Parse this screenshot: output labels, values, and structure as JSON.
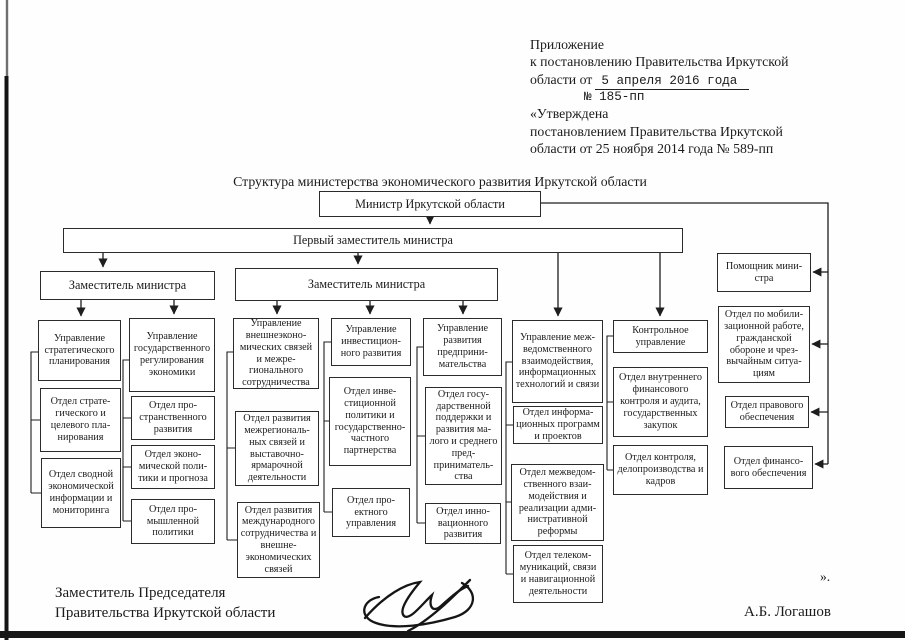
{
  "colors": {
    "paper": "#ffffff",
    "ink": "#1b1b1b",
    "line": "#2b2b2b"
  },
  "header": {
    "line1": "Приложение",
    "line2": "к постановлению Правительства Иркутской",
    "line3_prefix": "области от",
    "line3_value": "5 апреля 2016 года",
    "line4": "№ 185-пп",
    "line5": "«Утверждена",
    "line6": "постановлением Правительства Иркутской",
    "line7": "области от 25 ноября 2014 года № 589-пп"
  },
  "title": "Структура министерства экономического развития Иркутской области",
  "org": {
    "minister": "Министр Иркутской области",
    "first_deputy": "Первый заместитель министра",
    "deputy_left": "Заместитель министра",
    "deputy_mid": "Заместитель министра",
    "units": {
      "u_strategic": "Управление стратегиче­ского плани­рования",
      "o_strategic_target": "Отдел страте­гического и целевого пла­нирования",
      "o_summary_info": "Отдел сводной экономиче­ской инфор­мации и мони­торинга",
      "u_state_reg": "Управление государствен­ного регулиро­вания экономи­ки",
      "o_spatial": "Отдел про­странственного развития",
      "o_econ_policy": "Отдел эконо­мической поли­тики и прогноза",
      "o_industrial": "Отдел про­мышленной политики",
      "u_foreign": "Управление внешнеэконо­мических свя­зей и межре­гионального сотрудничества",
      "o_interregional": "Отдел развития межрегиональ­ных связей и выставочно-ярмарочной деятельности",
      "o_international": "Отдел развития международно­го сотрудниче­ства и внешне­экономических связей",
      "u_invest": "Управление инвестицион­ного развития",
      "o_invest_ppp": "Отдел инве­стиционной политики и государст­венно-част­ного партнер­ства",
      "o_project": "Отдел про­ектного управления",
      "u_entrepreneur": "Управление развития предприни­мательства",
      "o_sme_support": "Отдел госу­дарственной поддержки и развития ма­лого и сред­него пред­приниматель­ства",
      "o_innovation": "Отдел инно­вационного развития",
      "u_interagency": "Управление меж­ведомственного взаимодействия, информационных технологий и связи",
      "o_info_programs": "Отдел информа­ционных про­грамм и проектов",
      "o_admin_reform": "Отдел межведом­ственного взаи­модействия и реализации адми­нистративной реформы",
      "o_telecom": "Отдел телеком­муникаций, связи и навигационной деятельности",
      "u_control": "Контрольное управление",
      "o_fin_control": "Отдел внутренне­го финансового контроля и ауди­та, государст­венных закупок",
      "o_records": "Отдел контроля, делопроизводства и кадров",
      "r_assistant": "Помощник мини­стра",
      "r_mobilization": "Отдел по мобили­зационной рабо­те, гражданской обороне и чрез­вычайным ситуа­циям",
      "r_legal": "Отдел правово­го обеспечения",
      "r_finance": "Отдел финансо­вого обеспече­ния"
    }
  },
  "footer": {
    "signer_title_line1": "Заместитель Председателя",
    "signer_title_line2": "Правительства Иркутской области",
    "signer_name": "А.Б. Логашов",
    "closing_quote": "»."
  }
}
